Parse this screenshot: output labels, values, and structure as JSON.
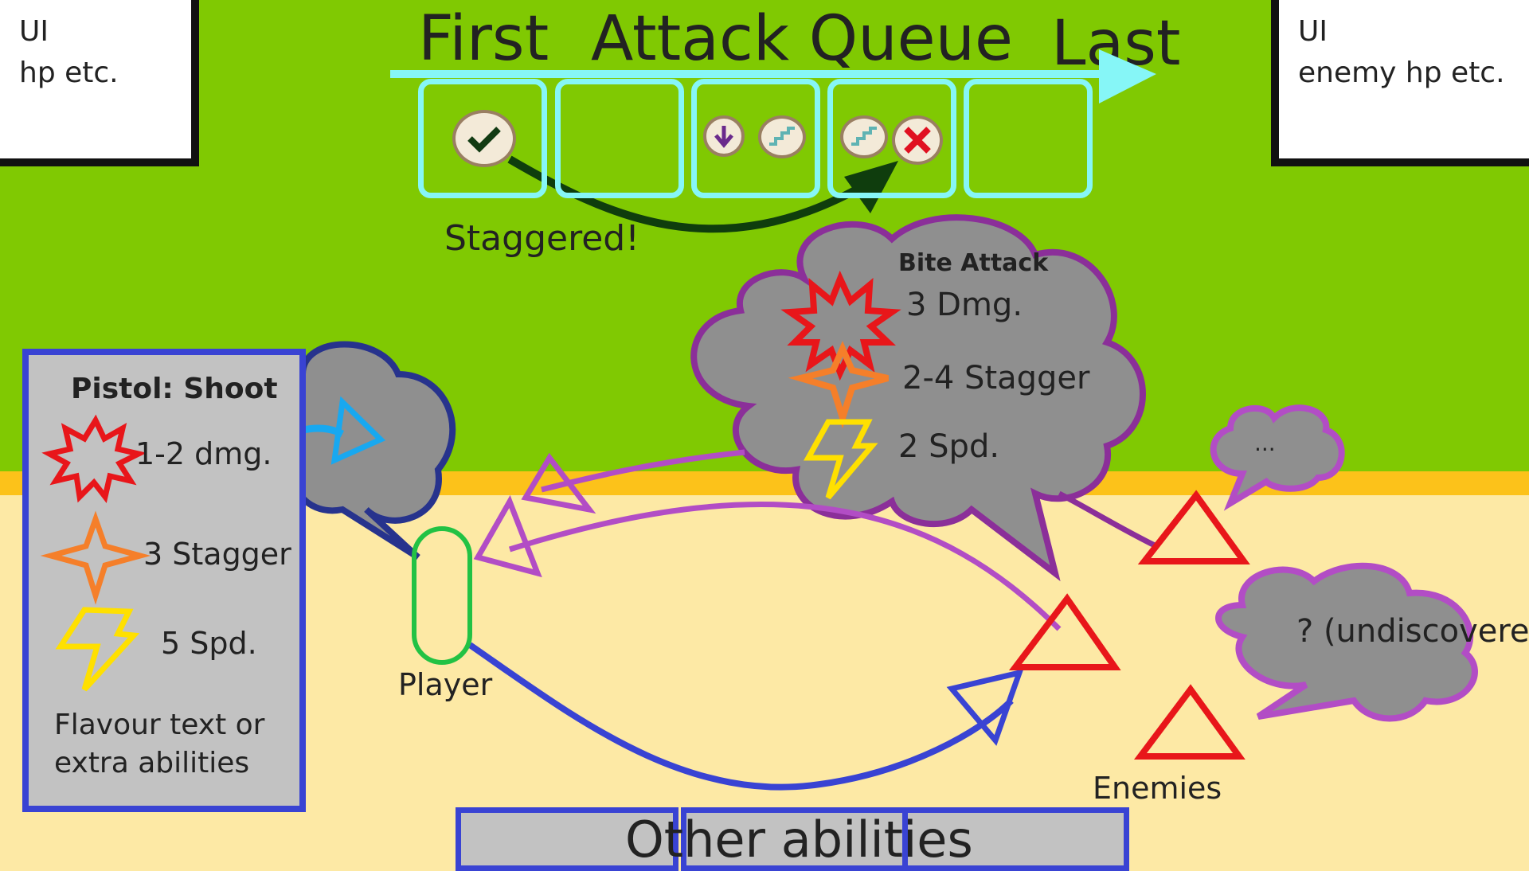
{
  "ui": {
    "left_line1": "UI",
    "left_line2": "hp etc.",
    "right_line1": "UI",
    "right_line2": "enemy hp etc."
  },
  "queue": {
    "first": "First",
    "title": "Attack Queue",
    "last": "Last",
    "staggered": "Staggered!"
  },
  "enemy_attack": {
    "name": "Bite Attack",
    "damage": "3 Dmg.",
    "stagger": "2-4 Stagger",
    "speed": "2 Spd."
  },
  "bubbles": {
    "ellipsis": "...",
    "undiscovered": "? (undiscovered"
  },
  "labels": {
    "player": "Player",
    "enemies": "Enemies"
  },
  "ability_card": {
    "title": "Pistol: Shoot",
    "damage": "1-2 dmg.",
    "stagger": "3 Stagger",
    "speed": "5 Spd.",
    "flavour_line1": "Flavour text or",
    "flavour_line2": "extra abilities"
  },
  "bottom": {
    "other_abilities": "Other abilities"
  },
  "colors": {
    "sky": "#80c902",
    "ground": "#fde9a5",
    "ground_line": "#fcc21a",
    "queue_slot": "#86f6f7",
    "card_border": "#3943d3",
    "enemy_red": "#e8161a",
    "player_green": "#22c244",
    "purple": "#8b2f99"
  }
}
